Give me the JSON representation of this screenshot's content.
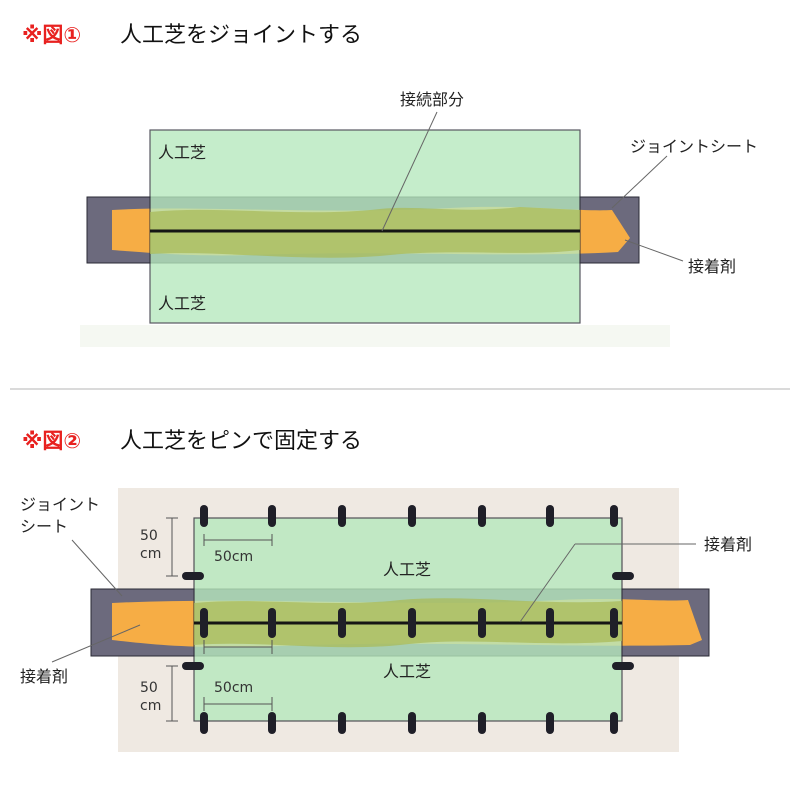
{
  "figure1": {
    "marker": "※図①",
    "title": "人工芝をジョイントする",
    "turf_top": "人工芝",
    "turf_bottom": "人工芝",
    "callout_seam": "接続部分",
    "callout_sheet": "ジョイントシート",
    "callout_glue": "接着剤"
  },
  "figure2": {
    "marker": "※図②",
    "title": "人工芝をピンで固定する",
    "callout_sheet_line1": "ジョイント",
    "callout_sheet_line2": "シート",
    "callout_glue_left": "接着剤",
    "callout_glue_right": "接着剤",
    "turf_top": "人工芝",
    "turf_bottom": "人工芝",
    "dim_vertical_top_1": "50",
    "dim_vertical_top_2": "cm",
    "dim_vertical_bottom_1": "50",
    "dim_vertical_bottom_2": "cm",
    "dim_horizontal_top": "50cm",
    "dim_horizontal_bottom": "50cm"
  },
  "colors": {
    "marker_red": "#e8211f",
    "turf_green": "#c4ecca",
    "sheet_gray": "#6c6a7d",
    "glue_orange": "#f6ad45",
    "olive_band": "#b8c168",
    "pin_black": "#1f1f28",
    "background_beige": "#efe9e2"
  }
}
